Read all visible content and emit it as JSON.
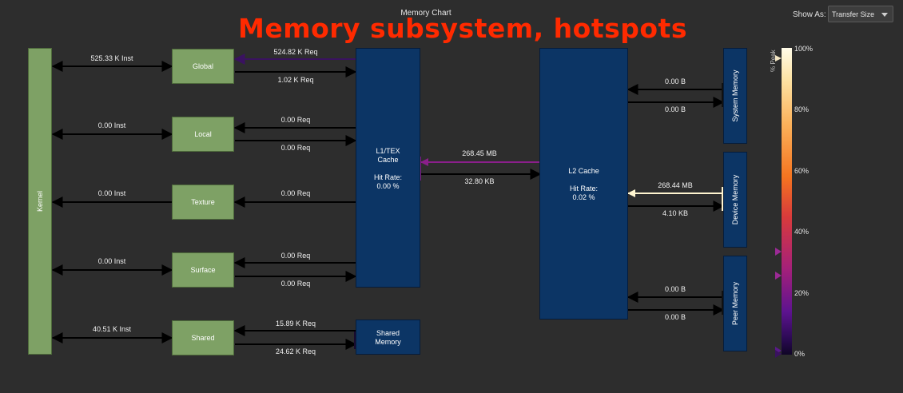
{
  "header": {
    "title": "Memory Chart",
    "show_as_label": "Show As:",
    "show_as_value": "Transfer Size"
  },
  "overlay_text": "Memory subsystem, hotspots",
  "nodes": {
    "kernel": "Kernel",
    "global": "Global",
    "local": "Local",
    "texture": "Texture",
    "surface": "Surface",
    "shared": "Shared",
    "l1_title": "L1/TEX",
    "l1_title2": "Cache",
    "l1_hit_label": "Hit Rate:",
    "l1_hit_value": "0.00 %",
    "shared_mem_line1": "Shared",
    "shared_mem_line2": "Memory",
    "l2_title": "L2 Cache",
    "l2_hit_label": "Hit Rate:",
    "l2_hit_value": "0.02 %",
    "system_memory": "System Memory",
    "device_memory": "Device Memory",
    "peer_memory": "Peer Memory"
  },
  "links": {
    "global_inst": "525.33 K Inst",
    "global_req_in": "524.82 K Req",
    "global_req_out": "1.02 K Req",
    "local_inst": "0.00 Inst",
    "local_req_in": "0.00 Req",
    "local_req_out": "0.00 Req",
    "texture_inst": "0.00 Inst",
    "texture_req": "0.00 Req",
    "surface_inst": "0.00 Inst",
    "surface_req_in": "0.00 Req",
    "surface_req_out": "0.00 Req",
    "shared_inst": "40.51 K Inst",
    "shared_req_in": "15.89 K Req",
    "shared_req_out": "24.62 K Req",
    "l1_l2_up": "268.45 MB",
    "l1_l2_down": "32.80 KB",
    "sys_in": "0.00 B",
    "sys_out": "0.00 B",
    "dev_in": "268.44 MB",
    "dev_out": "4.10 KB",
    "peer_in": "0.00 B",
    "peer_out": "0.00 B"
  },
  "legend": {
    "axis_title": "% Peak",
    "ticks": [
      "100%",
      "80%",
      "60%",
      "40%",
      "20%",
      "0%"
    ]
  },
  "colors": {
    "normal_link": "#000000",
    "global_req_link": "#3a1260",
    "l1_l2_link": "#8a1f8a",
    "device_link": "#fff5d0",
    "marker_high": "#f3e6c4",
    "marker_mid": "#9c2a96",
    "marker_low": "#5a1a8a"
  }
}
